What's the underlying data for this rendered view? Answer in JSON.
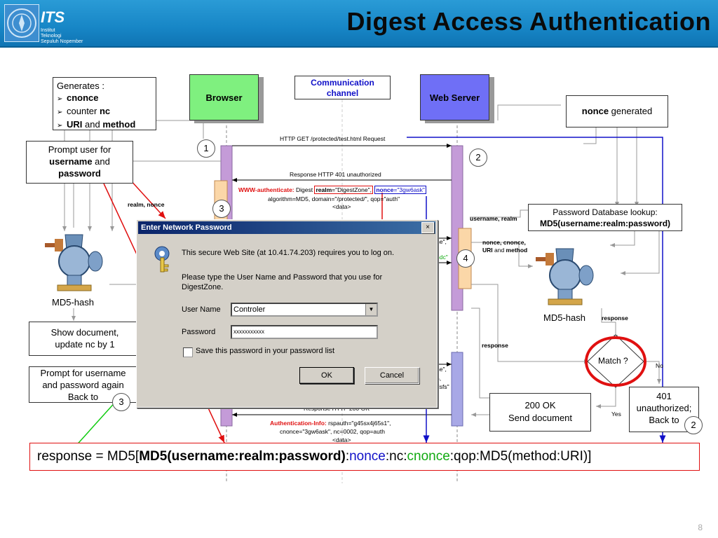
{
  "header": {
    "title": "Digest Access Authentication",
    "logo_text": "ITS",
    "logo_subtitle": "Institut\nTeknologi\nSepuluh Nopember"
  },
  "actors": {
    "browser": "Browser",
    "channel": "Communication channel",
    "server": "Web Server"
  },
  "generates": {
    "title": "Generates :",
    "items": [
      {
        "bold": "cnonce",
        "pre": "",
        "post": ""
      },
      {
        "pre": "counter ",
        "bold": "nc",
        "post": ""
      },
      {
        "pre": "",
        "bold": "URI",
        "post": " and ",
        "bold2": "method"
      }
    ]
  },
  "prompt_user": {
    "line1": "Prompt user for",
    "bold1": "username",
    "mid": " and",
    "bold2": "password"
  },
  "nonce_generated": {
    "bold": "nonce",
    "text": " generated"
  },
  "db_lookup": {
    "line1": "Password Database lookup:",
    "line2": "MD5(username:realm:password)"
  },
  "md5_left": "MD5-hash",
  "md5_right": "MD5-hash",
  "show_doc": {
    "line1": "Show document,",
    "line2": "update nc by 1"
  },
  "prompt_again": {
    "line1": "Prompt for username",
    "line2": "and password again",
    "line3": "Back to"
  },
  "ok_box": {
    "line1": "200 OK",
    "line2": "Send document"
  },
  "unauth_box": {
    "line1": "401",
    "line2": "unauthorized;",
    "line3": "Back to"
  },
  "match": "Match ?",
  "labels": {
    "no": "No",
    "yes": "Yes",
    "response1": "response",
    "response2": "response",
    "username_realm": "username, realm",
    "realm_nonce": "realm, nonce",
    "nonce_cnonce": "nonce, cnonce,",
    "uri_method_a": "URI",
    "uri_method_b": " and ",
    "uri_method_c": "method"
  },
  "messages": {
    "get_request": "HTTP GET /protected/test.html Request",
    "resp401": "Response HTTP 401 unauthorized",
    "www_auth_label": "WWW-authenticate:",
    "www_auth_digest": " Digest ",
    "realm_key": "realm",
    "realm_val": "=\"DigestZone\",",
    "nonce_key": "nonce",
    "nonce_val": "=\"3gw6ask\"",
    "www_auth_line2": "algorithm=MD5, domain=\"/protected/\", qop=\"auth\"",
    "data1": "<data>",
    "resp200": "Response HTTP 200 OK",
    "auth_info_label": "Authentication-Info:",
    "auth_info_line1": " rspauth=\"g45sx4j65s1\",",
    "auth_info_line2": "cnonce=\"3gw6ask\", nc=0002, qop=auth",
    "data2": "<data>",
    "frag1": "ne\",",
    "frag2": "5dc\"",
    "frag3": "ne\",",
    "frag4": "5,",
    "frag5": "dsfs\""
  },
  "steps": {
    "s1": "1",
    "s2a": "2",
    "s3a": "3",
    "s4": "4",
    "s3b": "3",
    "s2b": "2"
  },
  "dialog": {
    "title": "Enter Network Password",
    "close": "×",
    "line1": "This secure Web Site (at 10.41.74.203) requires you to log on.",
    "line2": "Please type the User Name and Password that you use for",
    "line3": "DigestZone.",
    "user_label": "User Name",
    "user_value": "Controler",
    "pass_label": "Password",
    "pass_value": "xxxxxxxxxxx",
    "save_label": "Save this password in your password list",
    "ok": "OK",
    "cancel": "Cancel"
  },
  "formula": {
    "pre": "response = MD5[",
    "bold": "MD5(username:realm:password)",
    "c1": ":",
    "nonce": "nonce",
    "c2": ":nc:",
    "cnonce": "cnonce",
    "post": ":qop:MD5(method:URI)]"
  },
  "page_number": "8",
  "colors": {
    "accent_red": "#e01010",
    "accent_blue": "#1010c8",
    "accent_green": "#11aa11",
    "browser": "#7ff07f",
    "server": "#6f6ff6"
  }
}
